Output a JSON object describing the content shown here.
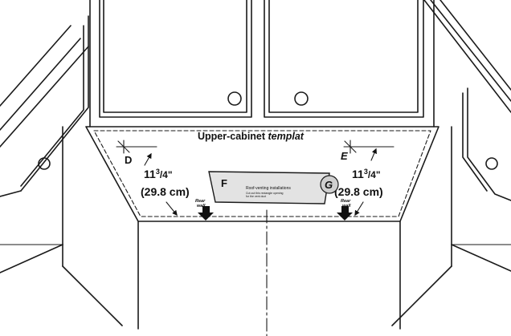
{
  "template_title": {
    "text": "Upper-cabinet ",
    "italic": "templat"
  },
  "labels": {
    "d": "D",
    "e": "E",
    "f": "F",
    "g": "G",
    "left_dim_base": "11",
    "left_dim_sup": "3",
    "left_dim_rest": "/4\"",
    "left_dim_metric": "(29.8 cm)",
    "right_dim_base": "11",
    "right_dim_sup": "3",
    "right_dim_rest": "/4\"",
    "right_dim_metric": "(29.8 cm)",
    "rear_wall_left_1": "Rear",
    "rear_wall_left_2": "wall",
    "rear_wall_right_1": "Rear",
    "rear_wall_right_2": "wall",
    "roof_venting_title": "Roof-venting installations",
    "roof_venting_line1": "Cut out this rectangle opening",
    "roof_venting_line2": "for the vent duct"
  }
}
